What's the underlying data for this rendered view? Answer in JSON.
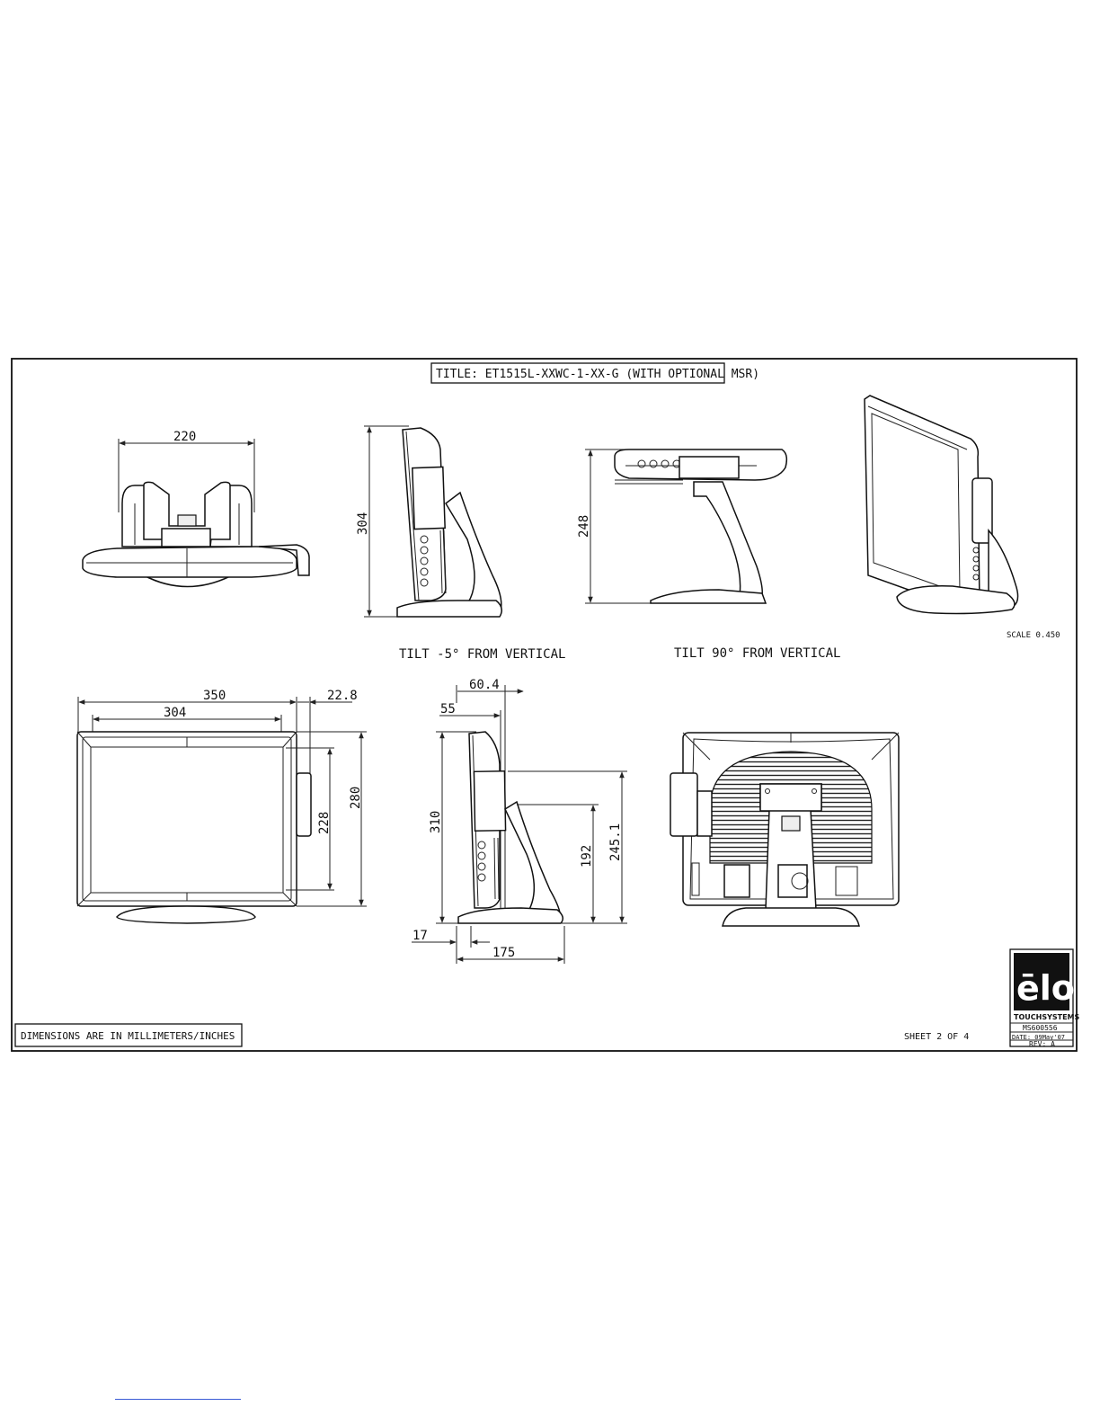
{
  "title_block": {
    "title": "TITLE:  ET1515L-XXWC-1-XX-G (WITH OPTIONAL MSR)"
  },
  "captions": {
    "tilt_neg5": "TILT -5° FROM VERTICAL",
    "tilt_90": "TILT 90° FROM VERTICAL",
    "scale": "SCALE  0.450",
    "units_note": "DIMENSIONS ARE IN MILLIMETERS/INCHES",
    "sheet": "SHEET 2 OF 4"
  },
  "dimensions": {
    "top_width": "220",
    "side_height": "304",
    "tilt90_height": "248",
    "front_overall_width": "350",
    "front_msr_width": "22.8",
    "front_screen_width": "304",
    "front_overall_height": "280",
    "front_screen_height": "228",
    "side_depth_top": "60.4",
    "side_depth_inner": "55",
    "side_overall_height": "310",
    "side_hinge_height": "192",
    "side_total_height": "245.1",
    "side_base_offset": "17",
    "side_base_depth": "175"
  },
  "logo": {
    "brand": "ēlo",
    "sub": "TOUCHSYSTEMS",
    "drawing_no": "MS600556",
    "date": "DATE: 09May'07",
    "rev": "REV: A"
  },
  "colors": {
    "line": "#111111",
    "link": "#3a5bd6"
  }
}
